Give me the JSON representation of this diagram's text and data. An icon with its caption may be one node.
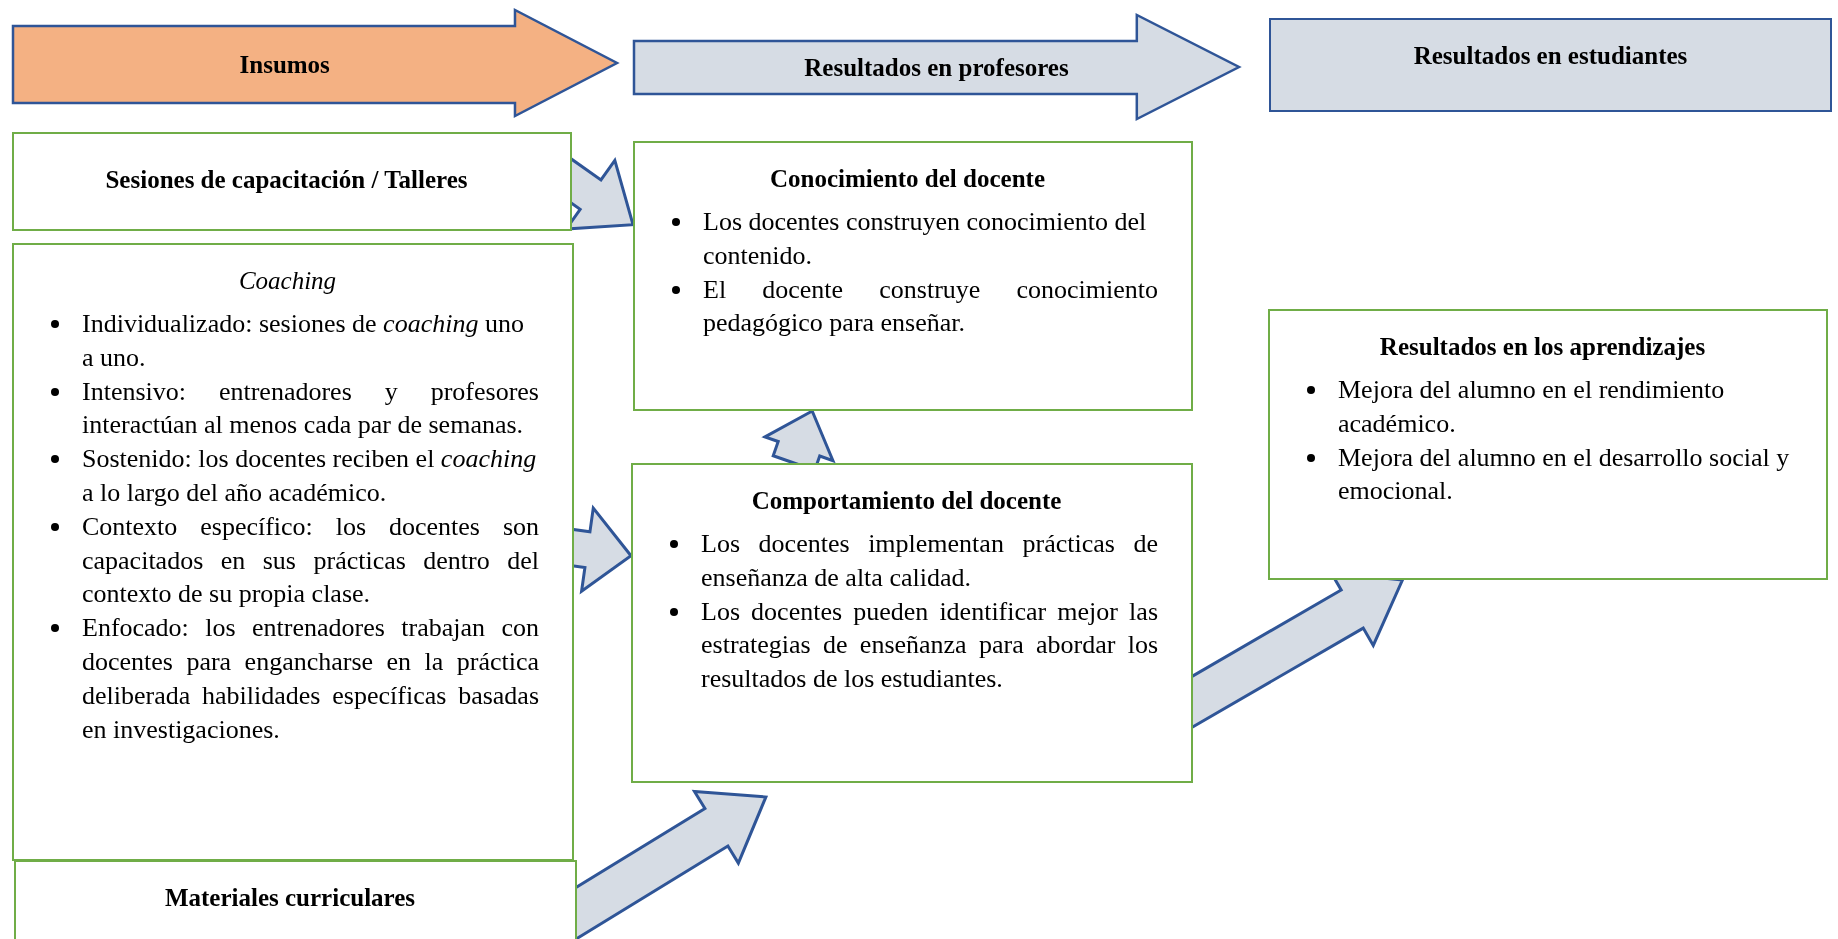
{
  "diagram": {
    "nodes": [
      {
        "text": [
          "Insumos"
        ]
      },
      {
        "text": [
          "Resultados en profesores"
        ]
      },
      {
        "text": [
          "Resultados en estudiantes"
        ]
      },
      {
        "text": [
          "Sesiones de capacitación / Talleres"
        ]
      },
      {
        "text": [
          "Coaching",
          "Individualizado: sesiones de *coaching* uno a uno.",
          "Intensivo: entrenadores y profesores interactúan al menos cada par de semanas.",
          "Sostenido: los docentes reciben el *coaching* a lo largo del año académico.",
          "Contexto específico: los docentes son capacitados en sus prácticas dentro del contexto de su propia clase.",
          "Enfocado: los entrenadores trabajan con docentes para engancharse en la práctica deliberada habilidades específicas basadas en investigaciones."
        ]
      },
      {
        "text": [
          "Materiales curriculares"
        ]
      },
      {
        "text": [
          "Conocimiento del docente",
          "Los docentes construyen conocimiento del contenido.",
          "El docente construye conocimiento pedagógico para enseñar."
        ]
      },
      {
        "text": [
          "Comportamiento del docente",
          "Los docentes implementan prácticas de enseñanza de alta calidad.",
          "Los docentes pueden identificar mejor las estrategias de enseñanza para abordar los resultados de los estudiantes."
        ]
      },
      {
        "text": [
          "Resultados en los aprendizajes",
          "Mejora del alumno en el rendimiento académico.",
          "Mejora del alumno en el desarrollo social y emocional."
        ]
      }
    ],
    "edges": [
      {
        "from": 3,
        "to": 6,
        "arrow": "to"
      },
      {
        "from": 4,
        "to": 7,
        "arrow": "to"
      },
      {
        "from": 5,
        "to": 7,
        "arrow": "to"
      },
      {
        "from": 7,
        "to": 6,
        "arrow": "to"
      },
      {
        "from": 7,
        "to": 8,
        "arrow": "to"
      }
    ]
  }
}
